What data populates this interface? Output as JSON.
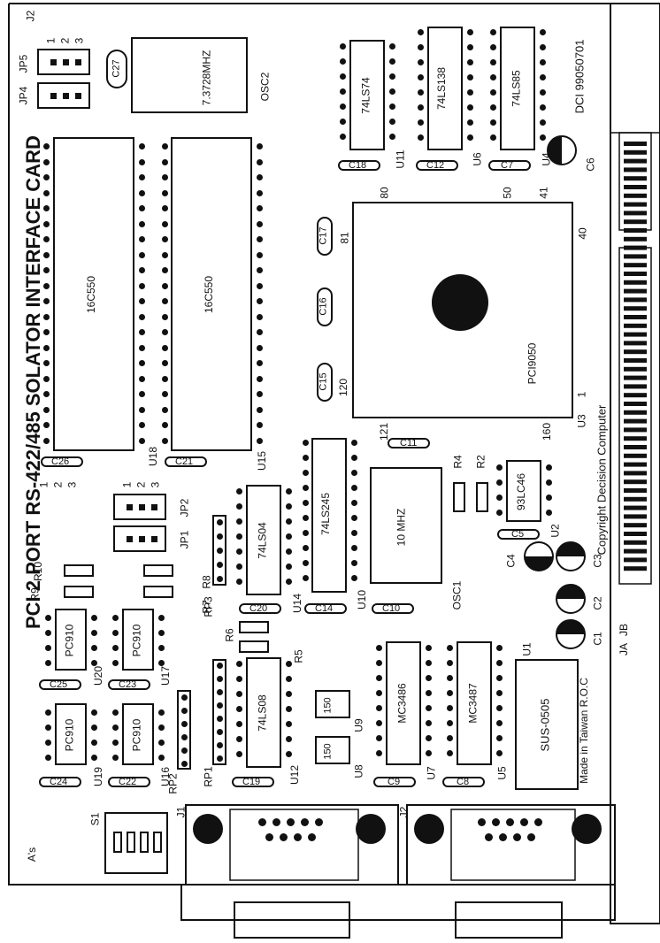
{
  "board": {
    "title": "PCI 2 PORT RS-422/485 SOLATOR INTERFACE CARD",
    "copyright": "Copyright Decision Computer",
    "made_in": "Made in Taiwan R.O.C",
    "dci_code": "DCI 99050701",
    "corner_text": "A's"
  },
  "chips": {
    "u18": {
      "part": "16C550",
      "ref": "U18"
    },
    "u15": {
      "part": "16C550",
      "ref": "U15"
    },
    "osc2": {
      "part": "7.3728MHZ",
      "ref": "OSC2"
    },
    "u11": {
      "part": "74LS74",
      "ref": "U11"
    },
    "u6": {
      "part": "74LS138",
      "ref": "U6"
    },
    "u4": {
      "part": "74LS85",
      "ref": "U4"
    },
    "u3": {
      "part": "PCI9050",
      "ref": "U3"
    },
    "u10": {
      "part": "74LS245",
      "ref": "U10"
    },
    "u14": {
      "part": "74LS04",
      "ref": "U14"
    },
    "osc1": {
      "part": "10 MHZ",
      "ref": "OSC1"
    },
    "u2": {
      "part": "93LC46",
      "ref": "U2"
    },
    "u12": {
      "part": "74LS08",
      "ref": "U12"
    },
    "u7": {
      "part": "MC3486",
      "ref": "U7"
    },
    "u5": {
      "part": "MC3487",
      "ref": "U5"
    },
    "u1": {
      "part": "SUS-0505",
      "ref": "U1"
    },
    "u20": {
      "part": "PC910",
      "ref": "U20"
    },
    "u17": {
      "part": "PC910",
      "ref": "U17"
    },
    "u19": {
      "part": "PC910",
      "ref": "U19"
    },
    "u16": {
      "part": "PC910",
      "ref": "U16"
    },
    "u9": {
      "part": "150",
      "ref": "U9"
    },
    "u8": {
      "part": "150",
      "ref": "U8"
    }
  },
  "pin_numbers": {
    "p80": "80",
    "p50": "50",
    "p41": "41",
    "p40": "40",
    "p81": "81",
    "p120": "120",
    "p121": "121",
    "p160": "160",
    "p1": "1"
  },
  "caps": [
    "C27",
    "C26",
    "C21",
    "C18",
    "C12",
    "C7",
    "C17",
    "C16",
    "C15",
    "C11",
    "C20",
    "C14",
    "C10",
    "C5",
    "C25",
    "C23",
    "C24",
    "C22",
    "C19",
    "C9",
    "C8"
  ],
  "electrolytic": [
    "C6",
    "C4",
    "C3",
    "C2",
    "C1"
  ],
  "resistors": [
    "R9",
    "R10",
    "R7",
    "R8",
    "R6",
    "R5",
    "R4",
    "R2"
  ],
  "resistor_packs": [
    "RP3",
    "RP1",
    "RP2"
  ],
  "jumpers": {
    "jp5": "JP5",
    "jp4": "JP4",
    "j2_top": "J2",
    "jp1": "JP1",
    "jp2": "JP2",
    "jp_nums": [
      "1",
      "2",
      "3"
    ]
  },
  "connectors": {
    "j1": "J1",
    "j2": "J2",
    "s1": "S1",
    "jb": "JB",
    "ja": "JA"
  }
}
